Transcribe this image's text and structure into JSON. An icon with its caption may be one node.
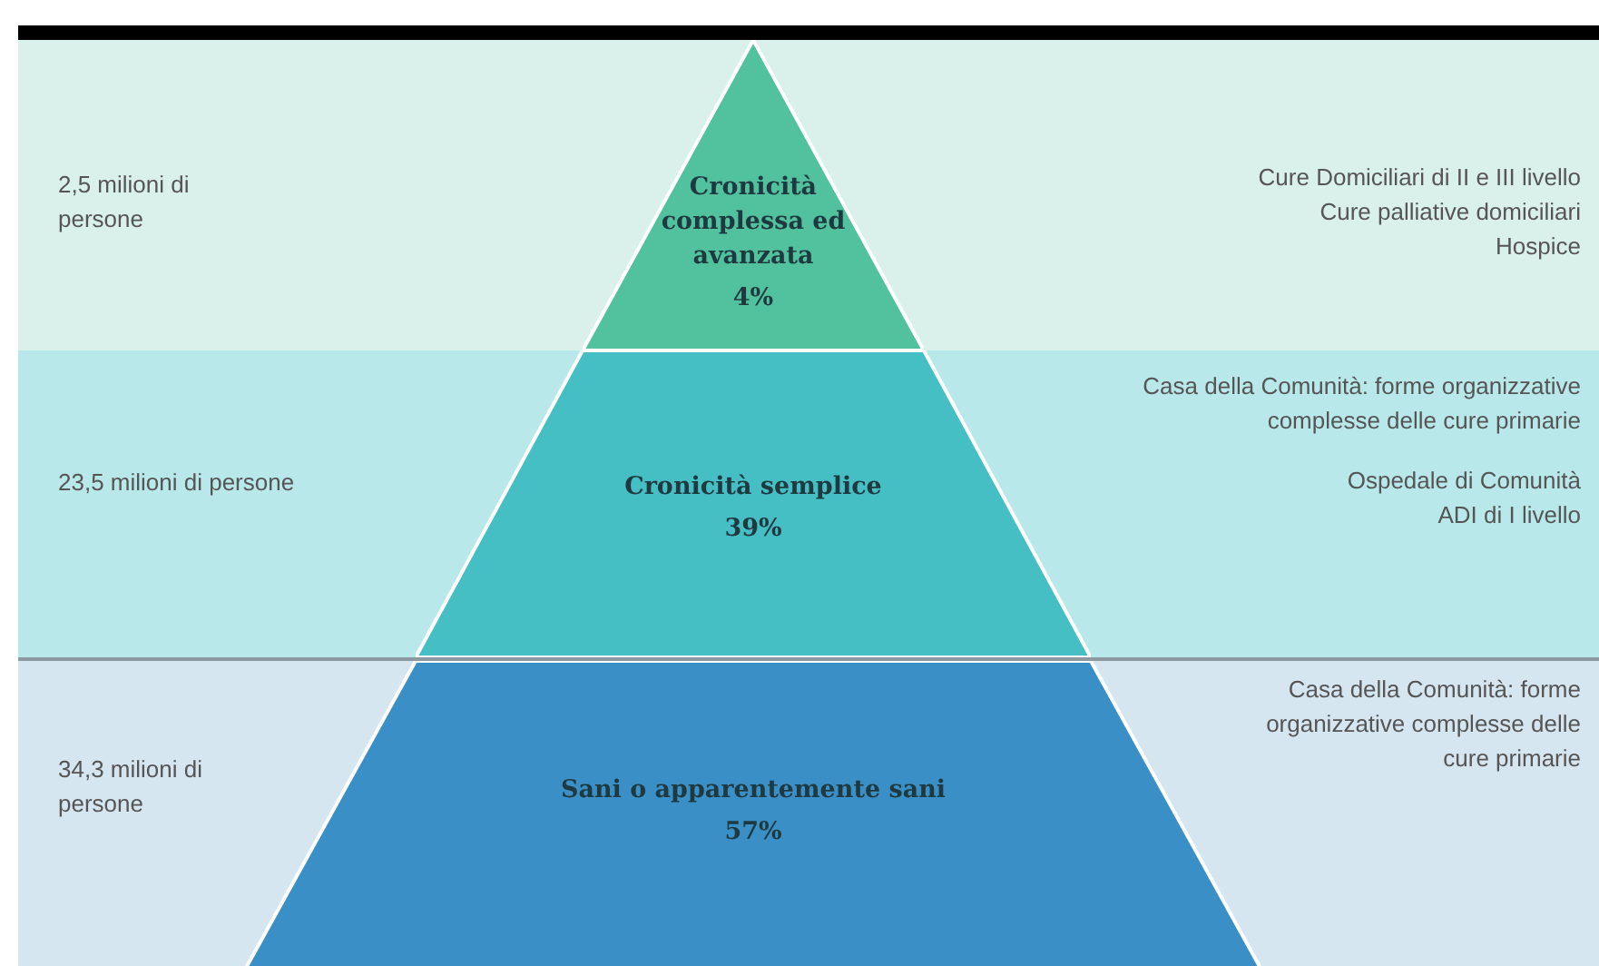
{
  "diagram": {
    "nodes": [
      {
        "text": [
          "2,5 milioni di persone",
          "Cure Domiciliari di II e III livello",
          "Cure palliative domiciliari",
          "Hospice"
        ]
      },
      {
        "text": [
          "Cronicità complessa ed avanzata",
          "4%"
        ],
        "in": 0
      },
      {
        "text": [
          "23,5 milioni di persone",
          "Casa della Comunità: forme organizzative complesse delle cure primarie",
          "Ospedale di Comunità",
          "ADI di I livello"
        ]
      },
      {
        "text": [
          "Cronicità semplice",
          "39%"
        ],
        "in": 2
      },
      {
        "text": [
          "34,3 milioni di persone",
          "Casa della Comunità: forme organizzative complesse delle cure primarie"
        ]
      },
      {
        "text": [
          "Sani o apparentemente sani",
          "57%"
        ],
        "in": 4
      }
    ]
  }
}
